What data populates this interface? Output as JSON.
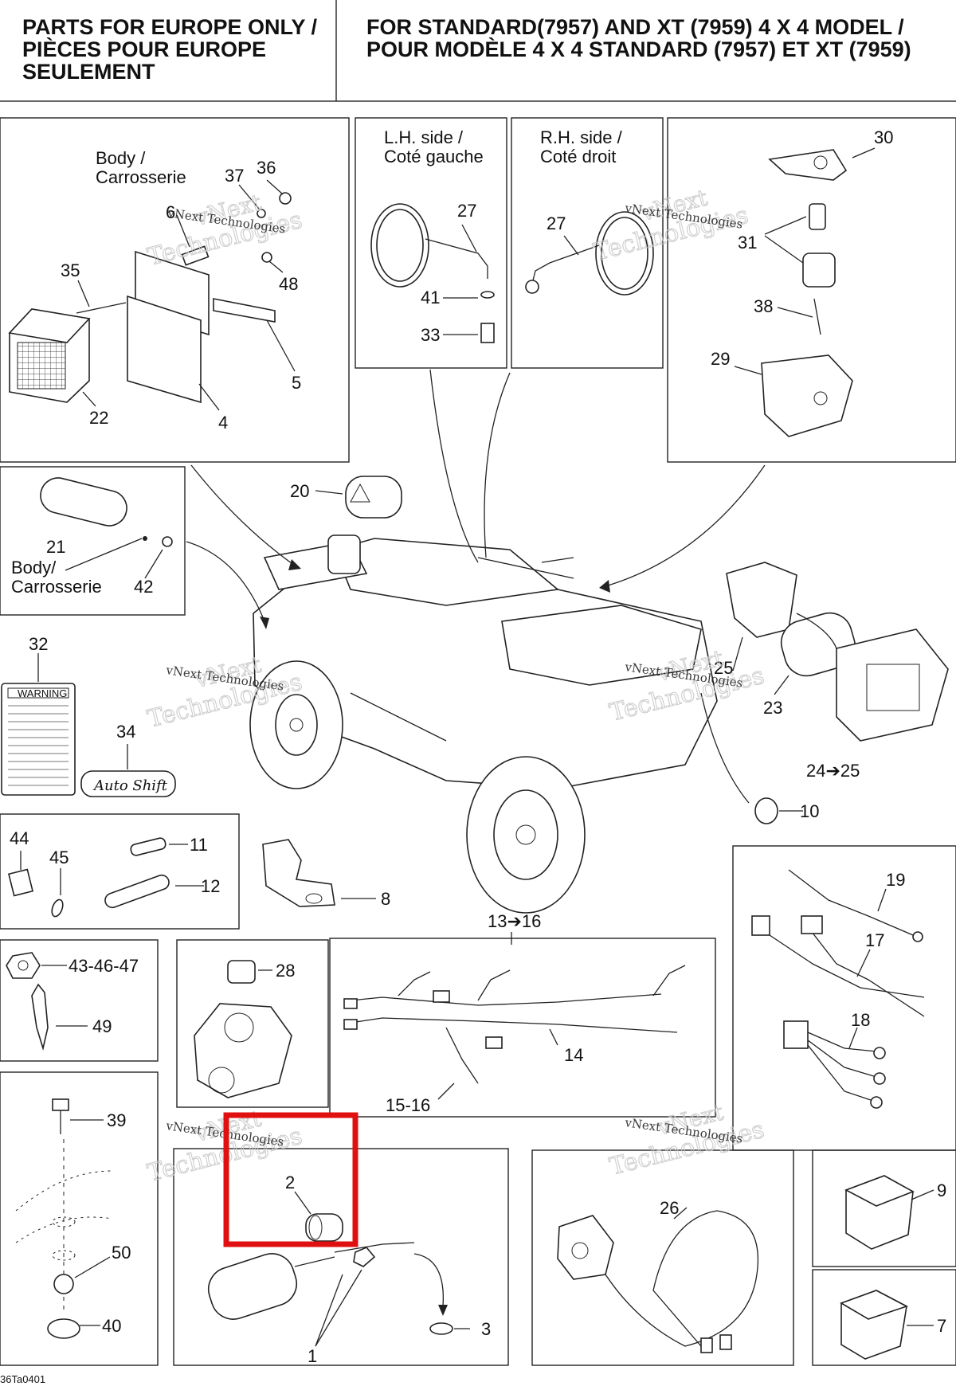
{
  "header": {
    "left": "PARTS FOR EUROPE ONLY / PIÈCES POUR EUROPE SEULEMENT",
    "right": "FOR STANDARD(7957) AND XT (7959) 4 X 4 MODEL / POUR MODÈLE 4 X 4 STANDARD (7957) ET XT (7959)"
  },
  "panels": {
    "body_top_line1": "Body /",
    "body_top_line2": "Carrosserie",
    "lh_line1": "L.H. side /",
    "lh_line2": "Coté gauche",
    "rh_line1": "R.H. side /",
    "rh_line2": "Coté droit",
    "body_mid_line1": "Body/",
    "body_mid_line2": "Carrosserie"
  },
  "callouts": {
    "c1": "1",
    "c2": "2",
    "c3": "3",
    "c4": "4",
    "c5": "5",
    "c6": "6",
    "c7": "7",
    "c8": "8",
    "c9": "9",
    "c10": "10",
    "c11": "11",
    "c12": "12",
    "c13_16": "13➔16",
    "c14": "14",
    "c15_16": "15-16",
    "c17": "17",
    "c18": "18",
    "c19": "19",
    "c20": "20",
    "c21": "21",
    "c22": "22",
    "c23": "23",
    "c24_25": "24➔25",
    "c25": "25",
    "c26": "26",
    "c27a": "27",
    "c27b": "27",
    "c28": "28",
    "c29": "29",
    "c30": "30",
    "c31": "31",
    "c32": "32",
    "c33": "33",
    "c34": "34",
    "c35": "35",
    "c36": "36",
    "c37": "37",
    "c38": "38",
    "c39": "39",
    "c40": "40",
    "c41": "41",
    "c42": "42",
    "c43_46_47": "43-46-47",
    "c44": "44",
    "c45": "45",
    "c48": "48",
    "c49": "49",
    "c50": "50"
  },
  "watermark": {
    "line1": "vNext",
    "line2": "Technologies",
    "inline": "vNext Technologies"
  },
  "decal": {
    "warning": "WARNING",
    "brand": "Auto Shift"
  },
  "footer_code": "36Ta0401",
  "highlight_color": "#e01010"
}
